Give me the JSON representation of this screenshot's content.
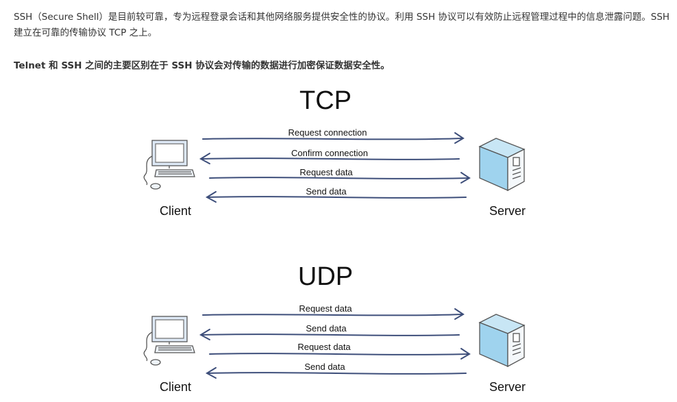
{
  "intro": {
    "paragraph": "SSH（Secure Shell）是目前较可靠，专为远程登录会话和其他网络服务提供安全性的协议。利用 SSH 协议可以有效防止远程管理过程中的信息泄露问题。SSH 建立在可靠的传输协议 TCP 之上。",
    "difference": "Telnet 和 SSH 之间的主要区别在于 SSH 协议会对传输的数据进行加密保证数据安全性。"
  },
  "tcp_diagram": {
    "title": "TCP",
    "client_label": "Client",
    "server_label": "Server",
    "messages": [
      "Request connection",
      "Confirm connection",
      "Request data",
      "Send data"
    ]
  },
  "udp_diagram": {
    "title": "UDP",
    "client_label": "Client",
    "server_label": "Server",
    "messages": [
      "Request data",
      "Send data",
      "Request data",
      "Send data"
    ]
  },
  "colors": {
    "arrow": "#3d4e7a",
    "monitor_fill": "#dde8f5",
    "server_fill": "#9fd3ee"
  }
}
